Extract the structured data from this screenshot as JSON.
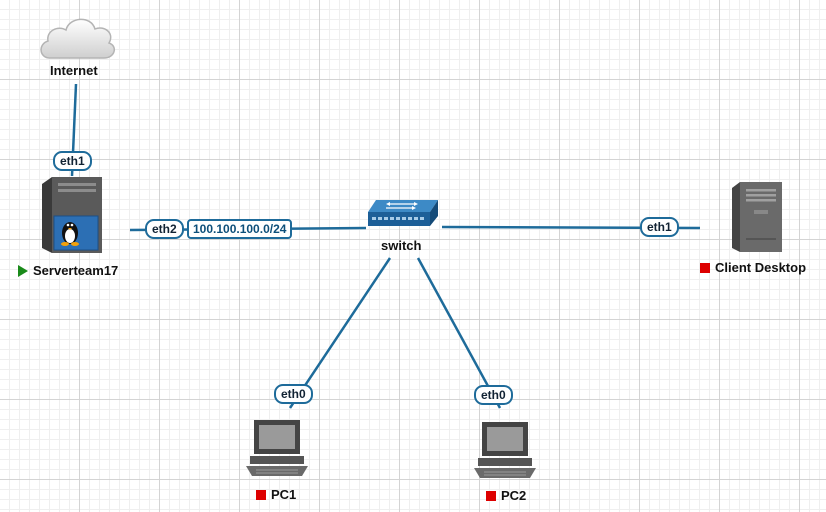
{
  "colors": {
    "link": "#1e6b9a",
    "running": "#1a8a1a",
    "stopped": "#dd0000"
  },
  "nodes": {
    "internet": {
      "label": "Internet",
      "icon": "cloud-icon"
    },
    "server": {
      "label": "Serverteam17",
      "icon": "linux-server-icon",
      "status": "running"
    },
    "switch": {
      "label": "switch",
      "icon": "switch-icon"
    },
    "client": {
      "label": "Client Desktop",
      "icon": "server-tower-icon",
      "status": "stopped"
    },
    "pc1": {
      "label": "PC1",
      "icon": "desktop-pc-icon",
      "status": "stopped"
    },
    "pc2": {
      "label": "PC2",
      "icon": "desktop-pc-icon",
      "status": "stopped"
    }
  },
  "ports": {
    "server_eth1": "eth1",
    "server_eth2": "eth2",
    "client_eth1": "eth1",
    "pc1_eth0": "eth0",
    "pc2_eth0": "eth0"
  },
  "networks": {
    "lan": "100.100.100.0/24"
  }
}
